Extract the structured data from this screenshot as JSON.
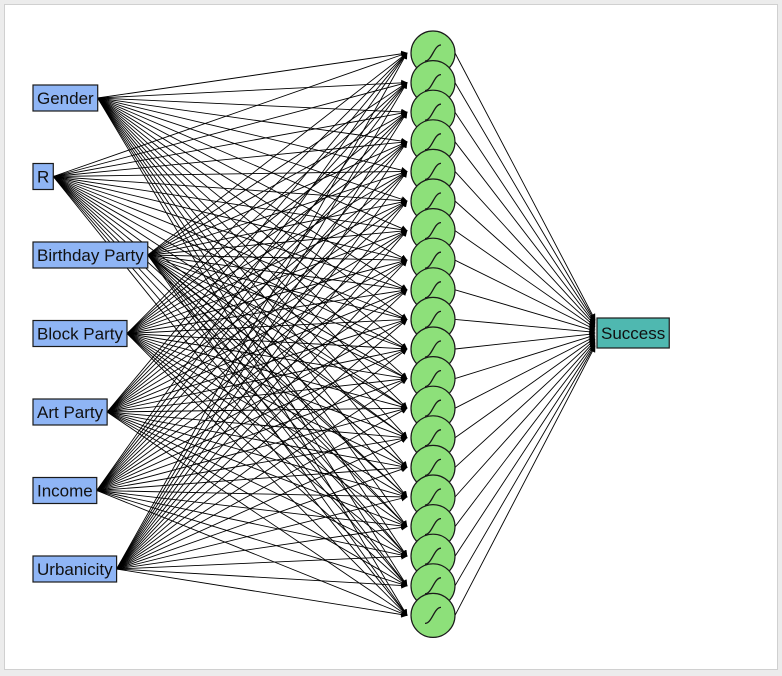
{
  "diagram": {
    "inputs": [
      "Gender",
      "R",
      "Birthday Party",
      "Block Party",
      "Art Party",
      "Income",
      "Urbanicity"
    ],
    "hidden_count": 20,
    "output": "Success",
    "colors": {
      "input_fill": "#8fb5f5",
      "hidden_fill": "#8de07a",
      "output_fill": "#4fb8b0",
      "edge": "#000000"
    }
  }
}
